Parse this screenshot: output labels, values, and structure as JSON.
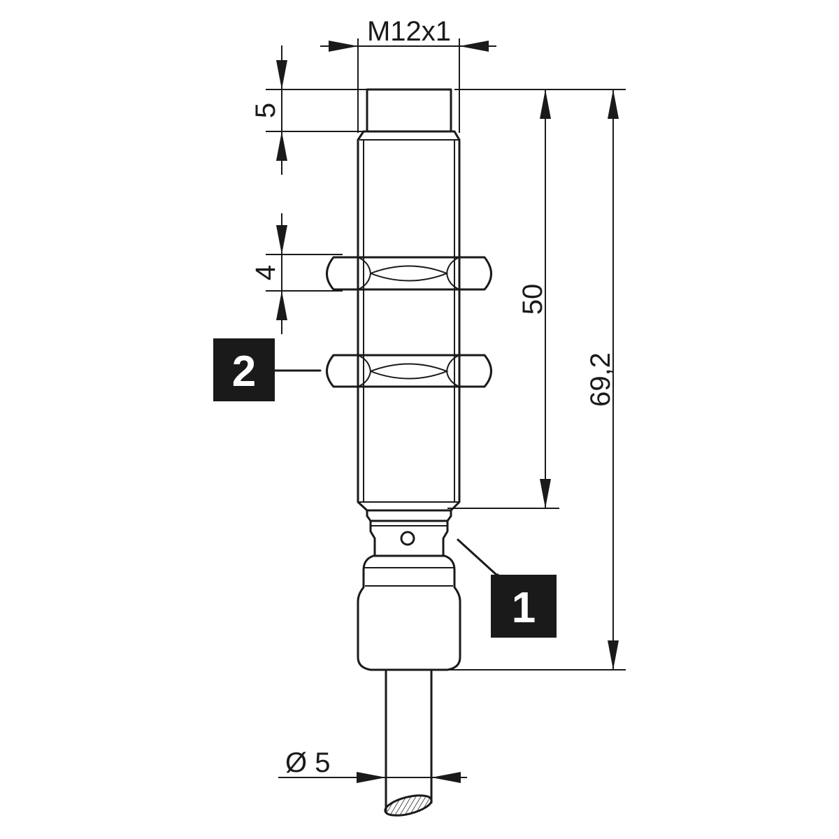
{
  "drawing": {
    "dimensions": {
      "thread": "M12x1",
      "tip_length": "5",
      "nut_thickness": "4",
      "thread_length": "50",
      "total_length": "69,2",
      "cable_diameter": "Ø 5"
    },
    "callouts": {
      "connector": "1",
      "nut": "2"
    },
    "colors": {
      "line": "#1a1a1a",
      "background": "#ffffff"
    }
  }
}
